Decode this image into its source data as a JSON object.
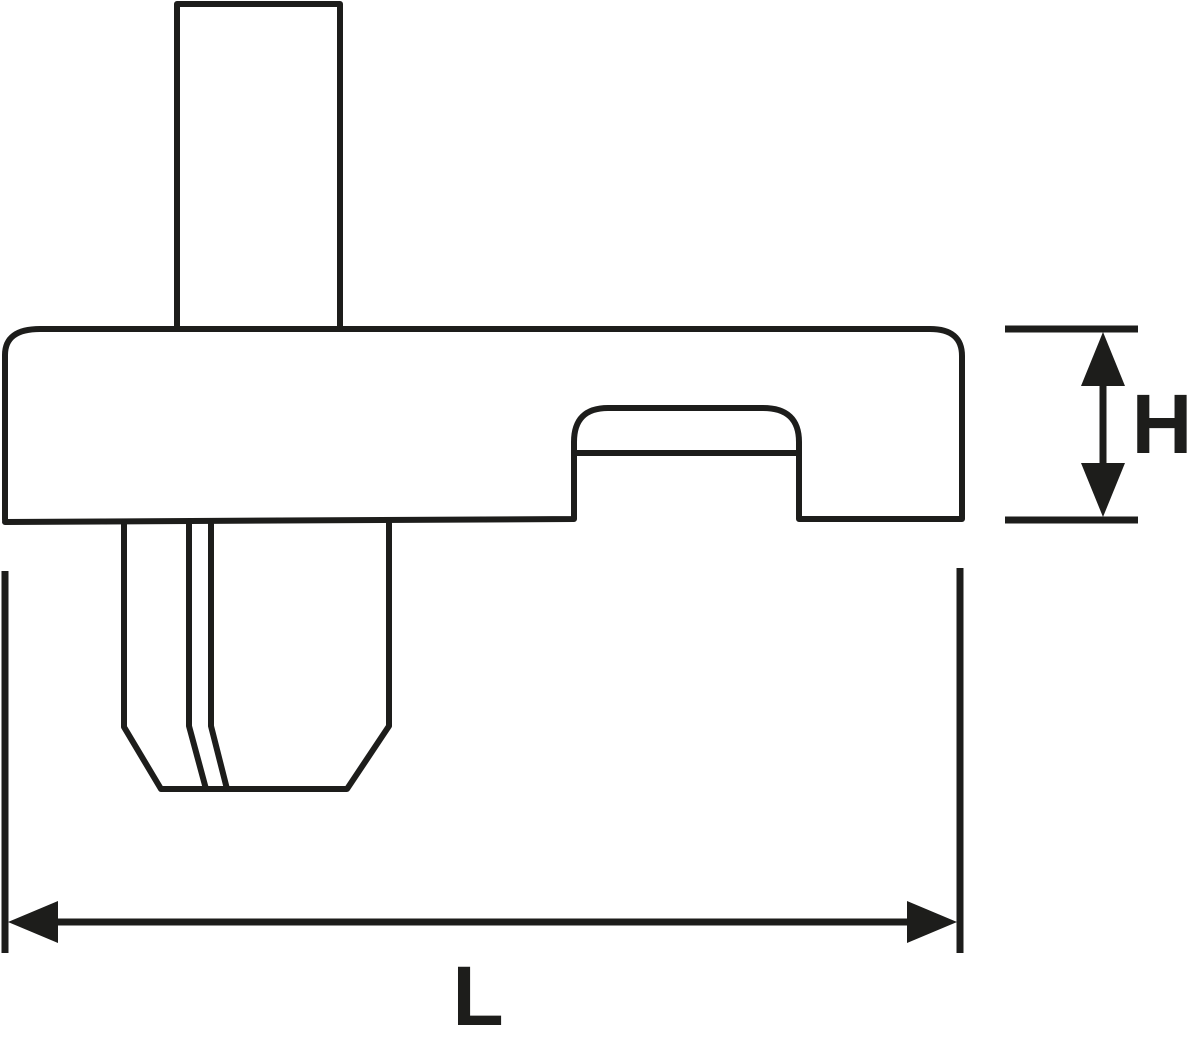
{
  "diagram": {
    "type": "technical-dimension-drawing",
    "subject": "tool head with shank and jaws",
    "line_color": "#1d1d1b",
    "background": "#ffffff",
    "dimensions": {
      "height": {
        "label": "H"
      },
      "length": {
        "label": "L"
      }
    }
  }
}
